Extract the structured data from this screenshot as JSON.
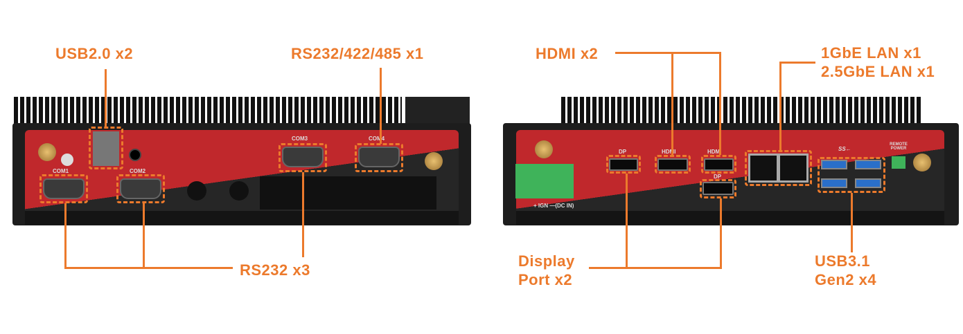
{
  "left_panel": {
    "labels": {
      "usb2": "USB2.0 x2",
      "rs232_422_485": "RS232/422/485 x1",
      "rs232": "RS232 x3"
    },
    "port_text": {
      "com1": "COM1",
      "com2": "COM2",
      "com3": "COM3",
      "com4": "COM4"
    }
  },
  "right_panel": {
    "labels": {
      "hdmi": "HDMI x2",
      "lan_1": "1GbE LAN x1",
      "lan_2": "2.5GbE LAN x1",
      "dp_1": "Display",
      "dp_2": "Port x2",
      "usb3_1": "USB3.1",
      "usb3_2": "Gen2 x4"
    },
    "port_text": {
      "dp": "DP",
      "hdmi": "HDMI",
      "ss": "SS←",
      "remote_power": "REMOTE POWER",
      "dc_in": "+ IGN —(DC IN)"
    }
  },
  "colors": {
    "accent": "#ec7a2c",
    "panel_red": "#c0282c"
  }
}
